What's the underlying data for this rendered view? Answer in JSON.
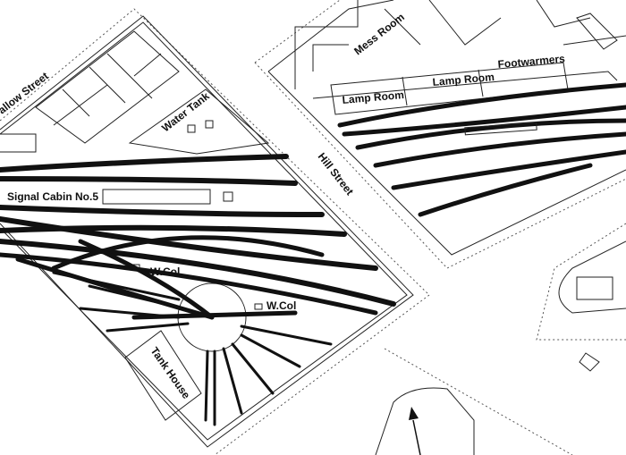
{
  "streets": {
    "swallow": "allow Street",
    "hill": "Hill Street"
  },
  "left_yard": {
    "water_tank": "Water Tank",
    "signal_cabin": "Signal Cabin No.5",
    "water_column_1": "W.Col",
    "water_column_2": "W.Col",
    "tank_house": "Tank House"
  },
  "right_yard": {
    "mess_room": "Mess Room",
    "lamp_room_1": "Lamp Room",
    "lamp_room_2": "Lamp Room",
    "footwarmers": "Footwarmers"
  },
  "colors": {
    "ink": "#111111",
    "paper": "#ffffff"
  }
}
